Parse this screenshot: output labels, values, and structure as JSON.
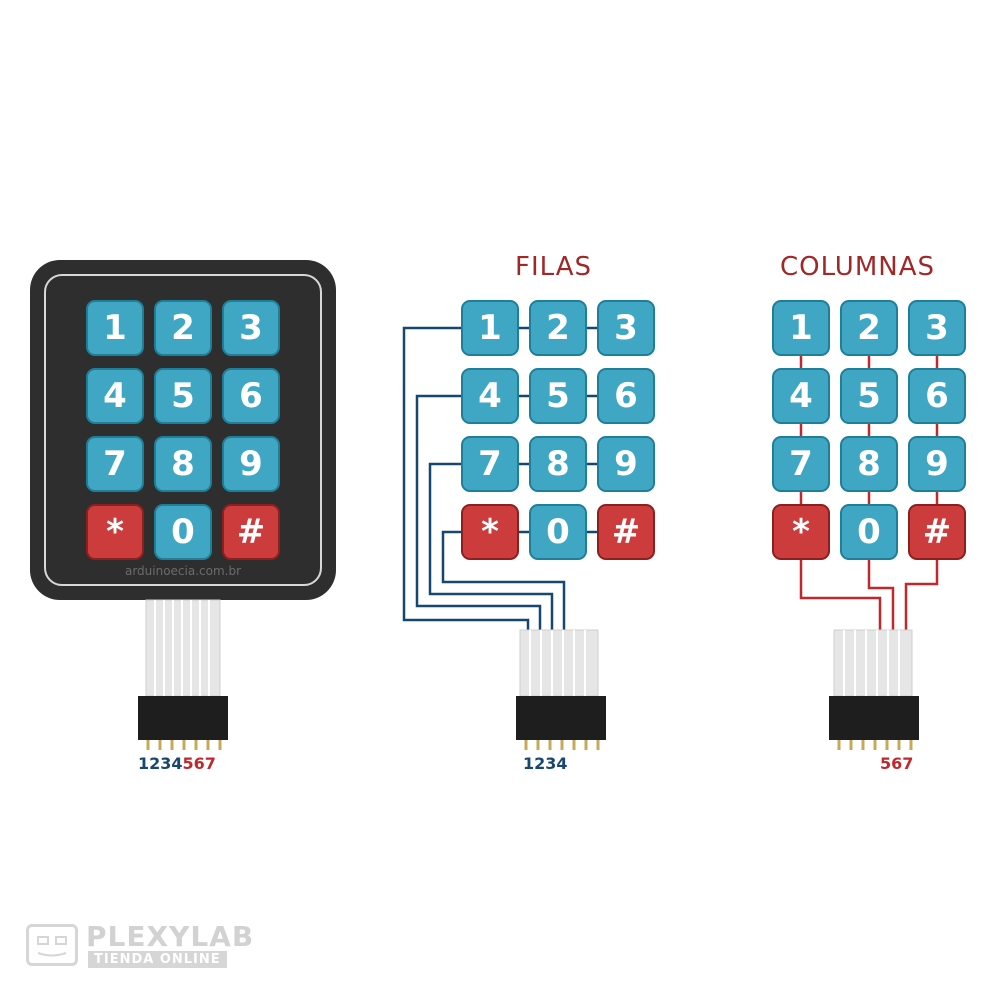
{
  "keypads": [
    {
      "id": "a",
      "keys": [
        "1",
        "2",
        "3",
        "4",
        "5",
        "6",
        "7",
        "8",
        "9",
        "*",
        "0",
        "#"
      ]
    },
    {
      "id": "b",
      "keys": [
        "1",
        "2",
        "3",
        "4",
        "5",
        "6",
        "7",
        "8",
        "9",
        "*",
        "0",
        "#"
      ]
    },
    {
      "id": "c",
      "keys": [
        "1",
        "2",
        "3",
        "4",
        "5",
        "6",
        "7",
        "8",
        "9",
        "*",
        "0",
        "#"
      ]
    }
  ],
  "watermark": "arduinoecia.com.br",
  "headings": {
    "rows": "FILAS",
    "columns": "COLUMNAS"
  },
  "pin_labels": {
    "keypad_a_rows": "1234",
    "keypad_a_cols": "567",
    "keypad_b_rows": "1234",
    "keypad_c_cols": "567"
  },
  "logo": {
    "name": "PLEXYLAB",
    "tagline": "TIENDA ONLINE"
  },
  "colors": {
    "key_blue": "#3fa7c4",
    "key_red": "#cc3c3c",
    "row_wire": "#17466e",
    "col_wire": "#c0282c"
  }
}
